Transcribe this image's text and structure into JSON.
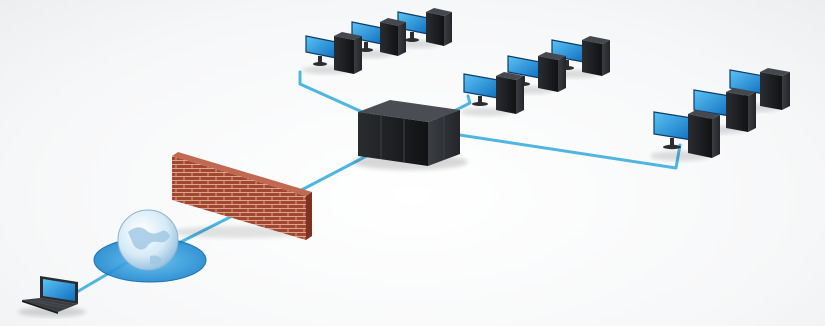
{
  "diagram": {
    "nodes": [
      {
        "id": "laptop",
        "icon": "laptop-icon"
      },
      {
        "id": "internet",
        "icon": "globe-icon"
      },
      {
        "id": "firewall",
        "icon": "brick-wall-icon"
      },
      {
        "id": "server",
        "icon": "server-rack-icon"
      },
      {
        "id": "workstation-group-1",
        "icon": "desktop-computer-icon",
        "count": 3
      },
      {
        "id": "workstation-group-2",
        "icon": "desktop-computer-icon",
        "count": 3
      },
      {
        "id": "workstation-group-3",
        "icon": "desktop-computer-icon",
        "count": 3
      }
    ],
    "links": [
      [
        "laptop",
        "internet"
      ],
      [
        "internet",
        "firewall"
      ],
      [
        "firewall",
        "server"
      ],
      [
        "server",
        "workstation-group-1"
      ],
      [
        "server",
        "workstation-group-2"
      ],
      [
        "server",
        "workstation-group-3"
      ]
    ],
    "colors": {
      "cable": "#4fb6e0",
      "screen": "#1e88d6",
      "tower": "#1d1f22",
      "brick": "#a5462f",
      "globe": "#cfe6f5",
      "globe_disc": "#3aa3e0"
    }
  }
}
